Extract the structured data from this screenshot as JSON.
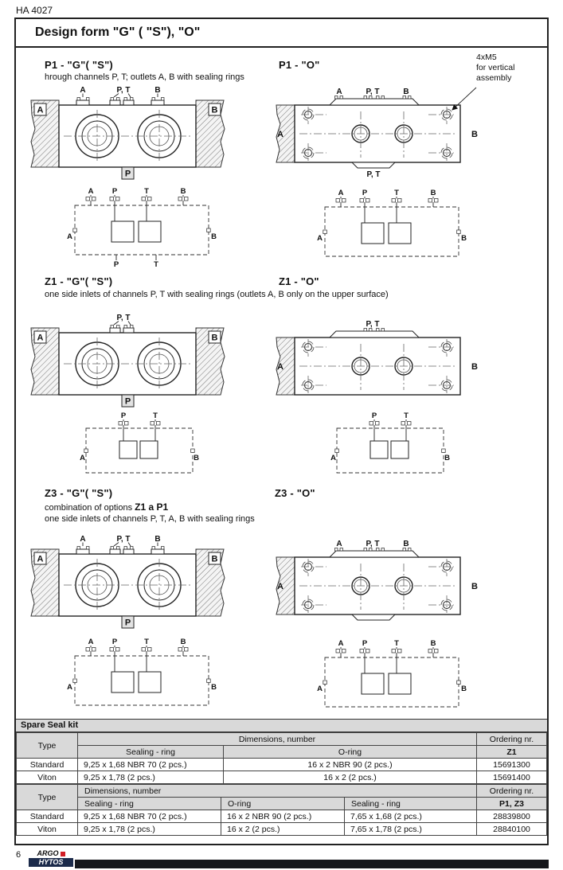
{
  "doc": {
    "code": "HA 4027",
    "page": "6",
    "title": "Design form \"G\" ( \"S\"), \"O\"",
    "logo": {
      "line1": "ARGO",
      "line2": "HYTOS"
    }
  },
  "labels": {
    "a": "A",
    "b": "B",
    "p": "P",
    "t": "T",
    "pt": "P, T"
  },
  "sections": {
    "p1": {
      "left_title": "P1 -  \"G\"( \"S\")",
      "right_title": "P1 - \"O\"",
      "subtitle": "hrough channels P, T; outlets A, B with sealing rings",
      "annotation": {
        "l1": "4xM5",
        "l2": "for vertical",
        "l3": "assembly"
      }
    },
    "z1": {
      "left_title": "Z1 -  \"G\"( \"S\")",
      "right_title": "Z1 - \"O\"",
      "subtitle": "one side inlets of channels P, T with sealing rings (outlets A, B only on the upper surface)"
    },
    "z3": {
      "left_title": "Z3 -  \"G\"( \"S\")",
      "right_title": "Z3 - \"O\"",
      "subtitle_prefix": "combination of options ",
      "subtitle_bold": "Z1 a P1",
      "subtitle2": "one side inlets of channels P, T, A, B with sealing rings"
    }
  },
  "table": {
    "title": "Spare Seal kit",
    "t1": {
      "type_h": "Type",
      "dims_h": "Dimensions, number",
      "col1": "Sealing - ring",
      "col2": "O-ring",
      "ordering_h": "Ordering nr.",
      "ordering_sub": "Z1",
      "rows": [
        {
          "type": "Standard",
          "sealing": "9,25 x 1,68 NBR 70 (2 pcs.)",
          "oring": "16 x 2 NBR 90 (2 pcs.)",
          "nr": "15691300"
        },
        {
          "type": "Viton",
          "sealing": "9,25 x 1,78 (2 pcs.)",
          "oring": "16 x 2 (2 pcs.)",
          "nr": "15691400"
        }
      ]
    },
    "t2": {
      "type_h": "Type",
      "dims_h": "Dimensions, number",
      "col1": "Sealing - ring",
      "col2": "O-ring",
      "col3": "Sealing - ring",
      "ordering_h": "Ordering nr.",
      "ordering_sub": "P1, Z3",
      "rows": [
        {
          "type": "Standard",
          "sealing": "9,25 x 1,68 NBR 70 (2 pcs.)",
          "oring": "16 x 2 NBR 90 (2 pcs.)",
          "sealing2": "7,65 x 1,68 (2 pcs.)",
          "nr": "28839800"
        },
        {
          "type": "Viton",
          "sealing": "9,25 x 1,78 (2 pcs.)",
          "oring": "16 x 2 (2 pcs.)",
          "sealing2": "7,65 x 1,78 (2 pcs.)",
          "nr": "28840100"
        }
      ]
    }
  }
}
